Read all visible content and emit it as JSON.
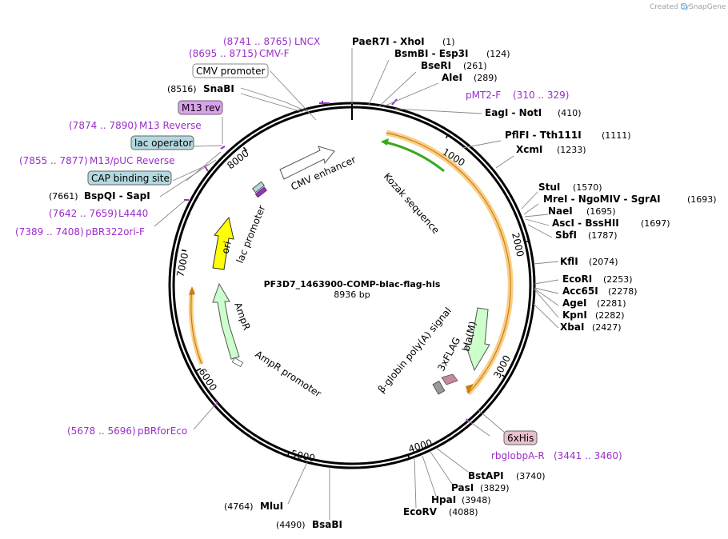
{
  "credit": {
    "prefix": "Created by",
    "brand": "SnapGene"
  },
  "plasmid": {
    "name": "PF3D7_1463900-COMP-blac-flag-his",
    "size": "8936 bp"
  },
  "ticks": [
    "1000",
    "2000",
    "3000",
    "4000",
    "5000",
    "6000",
    "7000",
    "8000"
  ],
  "features": {
    "cmv_enhancer": "CMV enhancer",
    "kozak": "Kozak sequence",
    "lac_promoter": "lac promoter",
    "ori": "ori",
    "ampr": "AmpR",
    "ampr_promoter": "AmpR promoter",
    "bla": "bla(M)",
    "flag": "3xFLAG",
    "polya": "β-globin poly(A) signal"
  },
  "boxes": {
    "cmv_promoter": "CMV promoter",
    "m13_rev": "M13 rev",
    "lac_operator": "lac operator",
    "cap_site": "CAP binding site",
    "his6": "6xHis"
  },
  "primers": {
    "lncx": {
      "range": "(8741 .. 8765)",
      "name": "LNCX"
    },
    "cmvf": {
      "range": "(8695 .. 8715)",
      "name": "CMV-F"
    },
    "m13reverse": {
      "range": "(7874 .. 7890)",
      "name": "M13 Reverse"
    },
    "m13puc": {
      "range": "(7855 .. 7877)",
      "name": "M13/pUC Reverse"
    },
    "l4440": {
      "range": "(7642 .. 7659)",
      "name": "L4440"
    },
    "pbr322ori": {
      "range": "(7389 .. 7408)",
      "name": "pBR322ori-F"
    },
    "pbrforeco": {
      "range": "(5678 .. 5696)",
      "name": "pBRforEco"
    },
    "pmt2": {
      "name": "pMT2-F",
      "range": "(310 .. 329)"
    },
    "rbglobpa": {
      "name": "rbglobpA-R",
      "range": "(3441 .. 3460)"
    }
  },
  "enzymes_right": [
    {
      "names": "PaeR7I  -  XhoI",
      "pos": "(1)"
    },
    {
      "names": "BsmBI  -  Esp3I",
      "pos": "(124)"
    },
    {
      "names": "BseRI",
      "pos": "(261)"
    },
    {
      "names": "AleI",
      "pos": "(289)"
    },
    {
      "names": "EagI  -  NotI",
      "pos": "(410)"
    },
    {
      "names": "PflFI  -  Tth111I",
      "pos": "(1111)"
    },
    {
      "names": "XcmI",
      "pos": "(1233)"
    },
    {
      "names": "StuI",
      "pos": "(1570)"
    },
    {
      "names": "MreI  -  NgoMIV  -  SgrAI",
      "pos": "(1693)"
    },
    {
      "names": "NaeI",
      "pos": "(1695)"
    },
    {
      "names": "AscI  -  BssHII",
      "pos": "(1697)"
    },
    {
      "names": "SbfI",
      "pos": "(1787)"
    },
    {
      "names": "KflI",
      "pos": "(2074)"
    },
    {
      "names": "EcoRI",
      "pos": "(2253)"
    },
    {
      "names": "Acc65I",
      "pos": "(2278)"
    },
    {
      "names": "AgeI",
      "pos": "(2281)"
    },
    {
      "names": "KpnI",
      "pos": "(2282)"
    },
    {
      "names": "XbaI",
      "pos": "(2427)"
    },
    {
      "names": "BstAPI",
      "pos": "(3740)"
    },
    {
      "names": "PasI",
      "pos": "(3829)"
    },
    {
      "names": "HpaI",
      "pos": "(3948)"
    },
    {
      "names": "EcoRV",
      "pos": "(4088)"
    }
  ],
  "enzymes_left": [
    {
      "pos": "(8516)",
      "names": "SnaBI"
    },
    {
      "pos": "(7661)",
      "names": "BspQI  -  SapI"
    },
    {
      "pos": "(4764)",
      "names": "MluI"
    },
    {
      "pos": "(4490)",
      "names": "BsaBI"
    }
  ],
  "colors": {
    "primer": "#9a2fc8",
    "orange_feature": "#f5a623",
    "green_feature": "#3aa820",
    "ori_yellow": "#ffff00",
    "ampr_green": "#ccffcc",
    "bla_green": "#ccffcc",
    "promoter_box": "#b3d8e0",
    "m13_box": "#dda0f0",
    "his_box": "#e8c0d0"
  }
}
